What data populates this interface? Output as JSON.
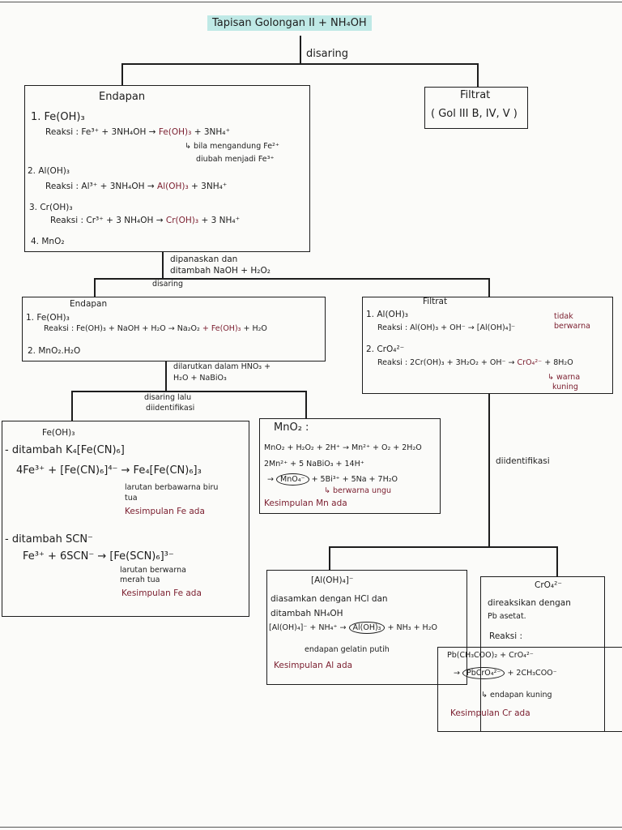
{
  "title": "Tapisan Golongan II + NH₄OH",
  "step1": "disaring",
  "box1": {
    "heading": "Endapan",
    "l1": "1. Fe(OH)₃",
    "l2": "Reaksi : Fe³⁺ + 3NH₄OH →",
    "l2_red": "Fe(OH)₃",
    "l2_tail": "+ 3NH₄⁺",
    "l3": "↳ bila mengandung Fe²⁺",
    "l4": "diubah menjadi Fe³⁺",
    "l5": "2. Al(OH)₃",
    "l6": "Reaksi : Al³⁺ + 3NH₄OH →",
    "l6_red": "Al(OH)₃",
    "l6_tail": "+ 3NH₄⁺",
    "l7": "3. Cr(OH)₃",
    "l8": "Reaksi : Cr³⁺ + 3 NH₄OH →",
    "l8_red": "Cr(OH)₃",
    "l8_tail": "+ 3 NH₄⁺",
    "l9": "4. MnO₂"
  },
  "filtrat1": {
    "heading": "Filtrat",
    "body": "( Gol III B, IV, V )"
  },
  "step2a": "dipanaskan dan",
  "step2b": "ditambah NaOH + H₂O₂",
  "step2c": "disaring",
  "box2": {
    "heading": "Endapan",
    "l1": "1. Fe(OH)₃",
    "l2": "Reaksi : Fe(OH)₃ + NaOH + H₂O → Na₂O₂",
    "l2_red": "+ Fe(OH)₃",
    "l2_tail": "+ H₂O",
    "l3": "2. MnO₂.H₂O"
  },
  "filtrat2": {
    "heading": "Filtrat",
    "l1": "1. Al(OH)₃",
    "l2": "Reaksi : Al(OH)₃ + OH⁻ → [Al(OH)₄]⁻",
    "l2_note1": "tidak",
    "l2_note2": "berwarna",
    "l3": "2. CrO₄²⁻",
    "l4": "Reaksi : 2Cr(OH)₃ + 3H₂O₂ + OH⁻ →",
    "l4_red": "CrO₄²⁻",
    "l4_tail": "+ 8H₂O",
    "l5": "↳ warna",
    "l6": "kuning"
  },
  "step3a": "dilarutkan dalam HNO₃ +",
  "step3b": "H₂O + NaBiO₃",
  "step3c": "disaring lalu",
  "step3d": "diidentifikasi",
  "diidentifikasi": "diidentifikasi",
  "box_fe": {
    "heading": "Fe(OH)₃",
    "l1": "- ditambah K₄[Fe(CN)₆]",
    "l2": "4Fe³⁺ + [Fe(CN)₆]⁴⁻ → Fe₄[Fe(CN)₆]₃",
    "l3": "larutan berbawarna biru",
    "l4": "tua",
    "l5": "Kesimpulan Fe ada",
    "l6": "- ditambah SCN⁻",
    "l7": "Fe³⁺ + 6SCN⁻ → [Fe(SCN)₆]³⁻",
    "l8": "larutan berwarna",
    "l9": "merah tua",
    "l10": "Kesimpulan Fe ada"
  },
  "box_mn": {
    "heading": "MnO₂ :",
    "l1": "MnO₂ + H₂O₂ + 2H⁺ → Mn²⁺ + O₂ + 2H₂O",
    "l2": "2Mn²⁺ + 5 NaBiO₃ + 14H⁺",
    "l3_pre": "→",
    "l3_circ": "MnO₄⁻",
    "l3_tail": "+ 5Bi³⁺ + 5Na + 7H₂O",
    "l4": "↳ berwarna ungu",
    "l5": "Kesimpulan Mn ada"
  },
  "box_al": {
    "heading": "[Al(OH)₄]⁻",
    "l1": "diasamkan dengan HCl dan",
    "l2": "ditambah NH₄OH",
    "l3_pre": "[Al(OH)₄]⁻ + NH₄⁺ →",
    "l3_circ": "Al(OH)₃",
    "l3_tail": "+ NH₃ + H₂O",
    "l4": "endapan gelatin putih",
    "l5": "Kesimpulan Al ada"
  },
  "box_cr": {
    "heading": "CrO₄²⁻",
    "l1": "direaksikan dengan",
    "l2": "Pb asetat.",
    "l3": "Reaksi :",
    "l4": "Pb(CH₃COO)₂ + CrO₄²⁻",
    "l5_pre": "→",
    "l5_circ": "PbCrO₄²⁻",
    "l5_tail": "+ 2CH₃COO⁻",
    "l6": "↳ endapan kuning",
    "l7": "Kesimpulan Cr ada"
  }
}
